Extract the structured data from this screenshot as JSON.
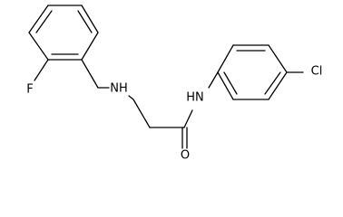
{
  "molecule": {
    "atom_labels": {
      "fluorine": "F",
      "amine_nh": "NH",
      "amide_nh": "HN",
      "oxygen": "O",
      "chlorine": "Cl"
    }
  }
}
